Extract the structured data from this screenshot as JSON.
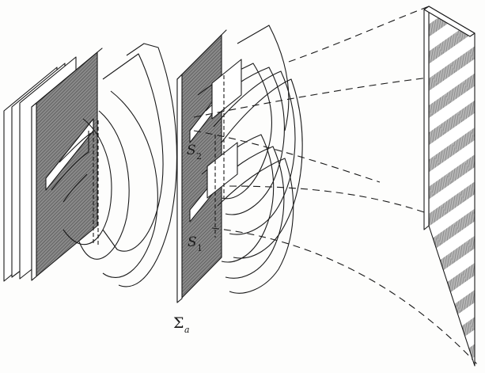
{
  "labels": {
    "s2": {
      "main": "S",
      "sub": "2"
    },
    "s1": {
      "main": "S",
      "sub": "1"
    },
    "sigma": {
      "main": "Σ",
      "sub": "a"
    }
  },
  "colors": {
    "ink": "#1a1a1a",
    "plate_hatch": "#555555",
    "paper": "#fdfdfc"
  }
}
